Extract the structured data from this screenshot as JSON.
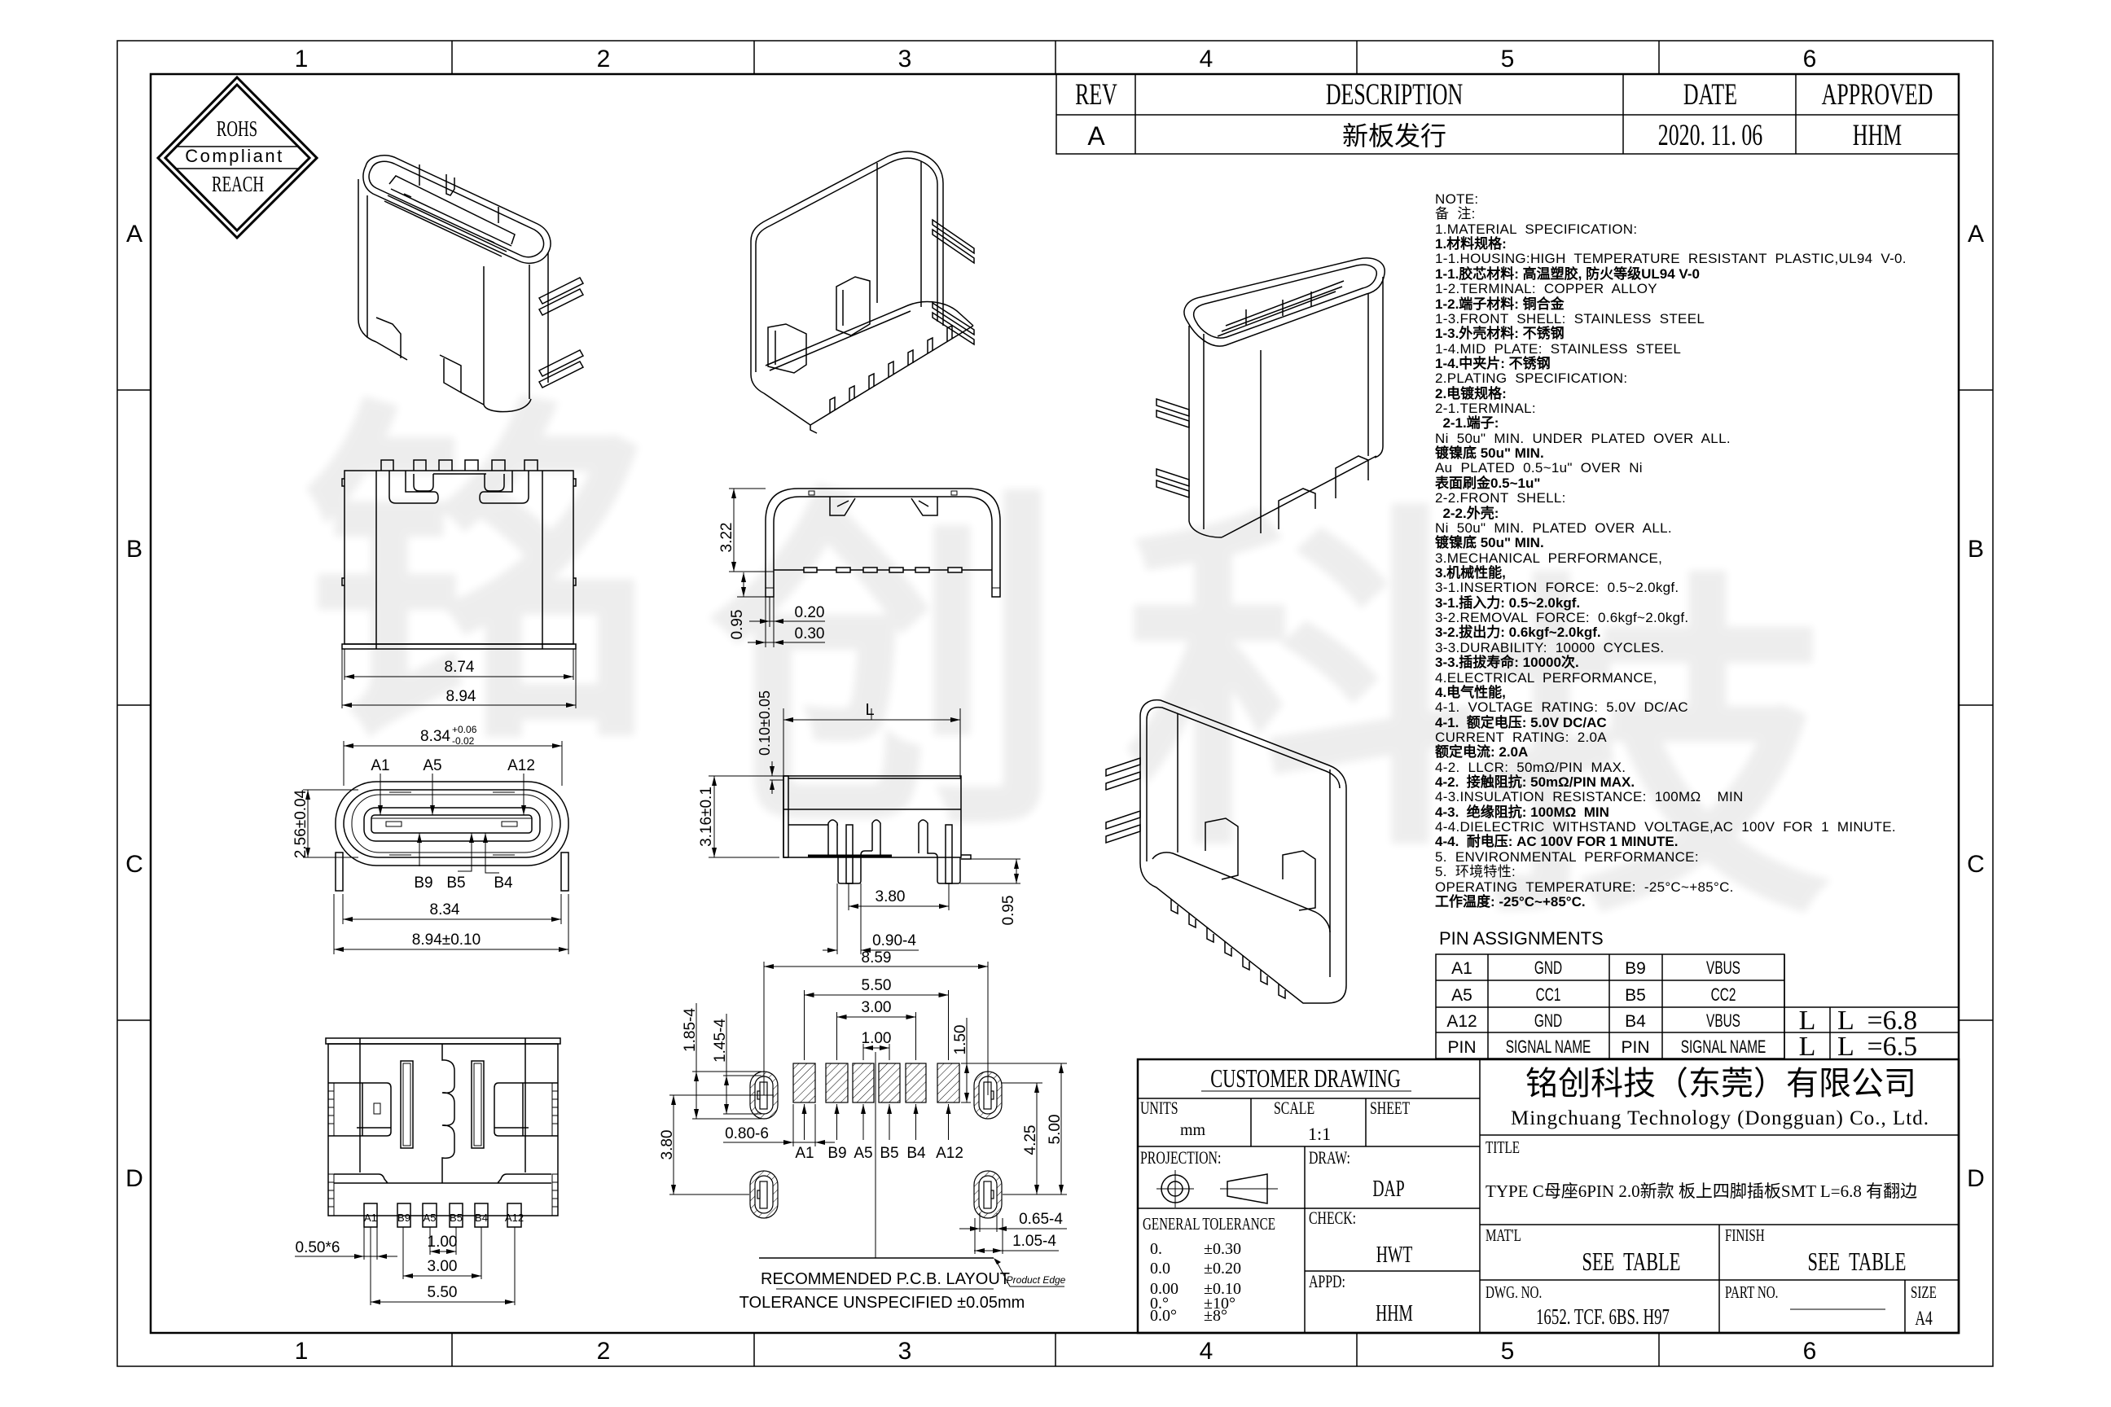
{
  "frame": {
    "columns": [
      "1",
      "2",
      "3",
      "4",
      "5",
      "6"
    ],
    "rows": [
      "A",
      "B",
      "C",
      "D"
    ]
  },
  "compliance_badge": {
    "top": "ROHS",
    "middle": "Compliant",
    "bottom": "REACH"
  },
  "watermark": {
    "chars": [
      "铭",
      "创",
      "科",
      "技"
    ]
  },
  "revision_table": {
    "headers": {
      "rev": "REV",
      "description": "DESCRIPTION",
      "date": "DATE",
      "approved": "APPROVED"
    },
    "rows": [
      {
        "rev": "A",
        "description": "新板发行",
        "date": "2020. 11. 06",
        "approved": "HHM"
      }
    ]
  },
  "notes": {
    "lines": [
      "NOTE:",
      "备  注:",
      "1.MATERIAL  SPECIFICATION:",
      "1.材料规格:",
      "1-1.HOUSING:HIGH  TEMPERATURE  RESISTANT  PLASTIC,UL94  V-0.",
      "1-1.胶芯材料: 高温塑胶, 防火等级UL94 V-0",
      "1-2.TERMINAL:  COPPER  ALLOY",
      "1-2.端子材料: 铜合金",
      "1-3.FRONT  SHELL:  STAINLESS  STEEL",
      "1-3.外壳材料: 不锈钢",
      "1-4.MID  PLATE:  STAINLESS  STEEL",
      "1-4.中夹片: 不锈钢",
      "2.PLATING  SPECIFICATION:",
      "2.电镀规格:",
      "2-1.TERMINAL:",
      "  2-1.端子:",
      "Ni  50u\"  MIN.  UNDER  PLATED  OVER  ALL.",
      "镀镍底 50u\" MIN.",
      "Au  PLATED  0.5~1u\"  OVER  Ni",
      "表面刷金0.5~1u\"",
      "2-2.FRONT  SHELL:",
      "  2-2.外壳:",
      "Ni  50u\"  MIN.  PLATED  OVER  ALL.",
      "镀镍底 50u\" MIN.",
      "3.MECHANICAL  PERFORMANCE,",
      "3.机械性能,",
      "3-1.INSERTION  FORCE:  0.5~2.0kgf.",
      "3-1.插入力: 0.5~2.0kgf.",
      "3-2.REMOVAL  FORCE:  0.6kgf~2.0kgf.",
      "3-2.拔出力: 0.6kgf~2.0kgf.",
      "3-3.DURABILITY:  10000  CYCLES.",
      "3-3.插拔寿命: 10000次.",
      "4.ELECTRICAL  PERFORMANCE,",
      "4.电气性能,",
      "4-1.  VOLTAGE  RATING:  5.0V  DC/AC",
      "4-1.  额定电压: 5.0V DC/AC",
      "CURRENT  RATING:  2.0A",
      "额定电流: 2.0A",
      "4-2.  LLCR:  50mΩ/PIN  MAX.",
      "4-2.  接触阻抗: 50mΩ/PIN MAX.",
      "4-3.INSULATION  RESISTANCE:  100MΩ    MIN",
      "4-3.  绝缘阻抗: 100MΩ  MIN",
      "4-4.DIELECTRIC  WITHSTAND  VOLTAGE,AC  100V  FOR  1  MINUTE.",
      "4-4.  耐电压: AC 100V FOR 1 MINUTE.",
      "5.  ENVIRONMENTAL  PERFORMANCE:",
      "5.  环境特性:",
      "OPERATING  TEMPERATURE:  -25°C~+85°C.",
      "工作温度: -25°C~+85°C."
    ]
  },
  "pin_assignments": {
    "title": "PIN  ASSIGNMENTS",
    "rows": [
      {
        "pin_a": "A1",
        "signal_a": "GND",
        "pin_b": "B9",
        "signal_b": "VBUS"
      },
      {
        "pin_a": "A5",
        "signal_a": "CC1",
        "pin_b": "B5",
        "signal_b": "CC2"
      },
      {
        "pin_a": "A12",
        "signal_a": "GND",
        "pin_b": "B4",
        "signal_b": "VBUS"
      }
    ],
    "header": {
      "pin_a": "PIN",
      "signal_a": "SIGNAL NAME",
      "pin_b": "PIN",
      "signal_b": "SIGNAL NAME"
    },
    "length_options": [
      {
        "code": "L",
        "value": "L  =6.8"
      },
      {
        "code": "L",
        "value": "L  =6.5"
      }
    ]
  },
  "title_block": {
    "drawing_type": "CUSTOMER DRAWING",
    "units_label": "UNITS",
    "units_value": "mm",
    "scale_label": "SCALE",
    "scale_value": "1:1",
    "sheet_label": "SHEET",
    "projection_label": "PROJECTION:",
    "draw_label": "DRAW:",
    "draw_value": "DAP",
    "check_label": "CHECK:",
    "check_value": "HWT",
    "appd_label": "APPD:",
    "appd_value": "HHM",
    "general_tolerance": {
      "label": "GENERAL  TOLERANCE",
      "rows": [
        {
          "format": "0.",
          "tolerance": "±0.30"
        },
        {
          "format": "0.0",
          "tolerance": "±0.20"
        },
        {
          "format": "0.00",
          "tolerance": "±0.10"
        },
        {
          "format": "0.°",
          "tolerance": "±10°"
        },
        {
          "format": "0.0°",
          "tolerance": "±8°"
        }
      ]
    },
    "company_cn": "铭创科技（东莞）有限公司",
    "company_en": "Mingchuang Technology (Dongguan) Co., Ltd.",
    "title_label": "TITLE",
    "title_value": "TYPE C母座6PIN 2.0新款 板上四脚插板SMT L=6.8 有翻边",
    "material_label": "MAT'L",
    "material_value": "SEE  TABLE",
    "finish_label": "FINISH",
    "finish_value": "SEE  TABLE",
    "dwg_no_label": "DWG. NO.",
    "dwg_no_value": "1652. TCF. 6BS. H97",
    "part_no_label": "PART NO.",
    "size_label": "SIZE",
    "size_value": "A4"
  },
  "views": {
    "front_view": {
      "width_inner": "8.74",
      "width_outer": "8.94"
    },
    "mating_face": {
      "width_nominal": "8.34",
      "width_tol_plus": "+0.06",
      "width_tol_minus": "-0.02",
      "height": "2.56±0.04",
      "pins_top": [
        "A1",
        "A5",
        "A12"
      ],
      "pins_bottom": [
        "B9",
        "B5",
        "B4"
      ],
      "width_legs": "8.34",
      "width_overall": "8.94±0.10"
    },
    "shell_section": {
      "height": "3.22",
      "standoff": "0.95",
      "wall_thickness": "0.20",
      "leg_thickness": "0.30"
    },
    "side_view": {
      "length_symbol": "L",
      "flange": "0.10±0.05",
      "height": "3.16±0.1",
      "leg_pitch": "3.80",
      "leg_depth": "0.95",
      "leg_width": "0.90-4"
    },
    "pcb_layout": {
      "overall_pitch": "8.59",
      "outer_pad_pitch": "5.50",
      "inner_pad_pitch": "3.00",
      "center_pad_pitch": "1.00",
      "pad_length": "1.50",
      "slot_outer_length": "1.85-4",
      "slot_inner_length": "1.45-4",
      "hole_row_spacing": "3.80",
      "pad_width": "0.80-6",
      "pad_to_rear_hole": "4.25",
      "pad_edge_to_rear_hole": "5.00",
      "slot_inner_width": "0.65-4",
      "slot_outer_width": "1.05-4",
      "pad_labels": [
        "A1",
        "B9",
        "A5",
        "B5",
        "B4",
        "A12"
      ],
      "product_edge_label": "Product Edge",
      "caption": "RECOMMENDED   P.C.B.  LAYOUT",
      "tolerance_note": "TOLERANCE  UNSPECIFIED  ±0.05mm"
    },
    "bottom_view": {
      "pad_width": "0.50*6",
      "center_pitch": "1.00",
      "inner_pitch": "3.00",
      "outer_pitch": "5.50",
      "pin_labels": [
        "A1",
        "B9",
        "A5",
        "B5",
        "B4",
        "A12"
      ]
    }
  }
}
